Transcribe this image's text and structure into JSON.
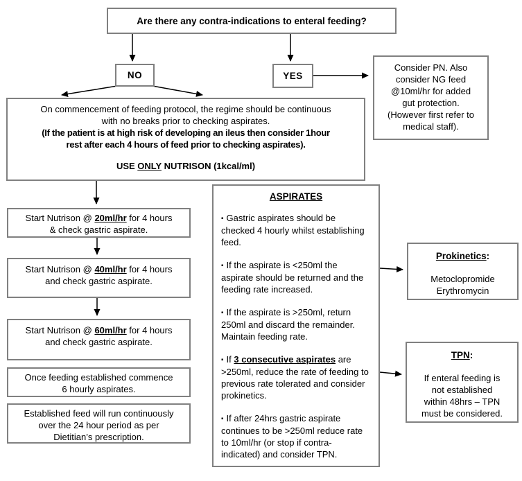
{
  "colors": {
    "background": "#ffffff",
    "border": "#808080",
    "text": "#000000",
    "arrow": "#000000"
  },
  "flowchart": {
    "question": {
      "text": "Are there any contra-indications to enteral feeding?"
    },
    "no": {
      "label": "NO"
    },
    "yes": {
      "label": "YES"
    },
    "consider_pn": {
      "lines": [
        "Consider PN.  Also",
        "consider NG feed",
        "@10ml/hr for added",
        "gut protection.",
        "(However first refer to",
        "medical staff)."
      ]
    },
    "protocol": {
      "line1a": "On commencement of feeding protocol, the regime should be continuous",
      "line1b": "with no breaks prior to checking aspirates.",
      "line2a": "(If the patient is at high risk of developing an ileus then consider 1hour",
      "line2b": "rest after each 4 hours of feed prior to checking aspirates).",
      "use_pre": "USE ",
      "use_underlined": "ONLY",
      "use_post": " NUTRISON (1kcal/ml)"
    },
    "feed_steps": [
      {
        "pre": "Start Nutrison @ ",
        "rate": "20ml/hr",
        "post": " for 4 hours",
        "line2": "& check gastric aspirate."
      },
      {
        "pre": "Start Nutrison @ ",
        "rate": "40ml/hr",
        "post": " for 4 hours",
        "line2": "and check gastric aspirate."
      },
      {
        "pre": "Start Nutrison @ ",
        "rate": "60ml/hr",
        "post": " for 4 hours",
        "line2": "and check gastric aspirate."
      }
    ],
    "once_established": {
      "lines": [
        "Once feeding established commence",
        "6 hourly aspirates."
      ]
    },
    "established_feed": {
      "lines": [
        "Established feed will run continuously",
        "over the 24 hour period as per",
        "Dietitian’s prescription."
      ]
    },
    "aspirates": {
      "title": "ASPIRATES",
      "bullet_char": "▪",
      "bullets": [
        {
          "pre": "Gastric aspirates should be checked 4 hourly whilst establishing feed."
        },
        {
          "pre": "If the aspirate is <250ml the aspirate should be returned and the feeding rate increased."
        },
        {
          "pre": "If the aspirate is >250ml, return 250ml and discard the remainder. Maintain feeding rate."
        },
        {
          "pre": "If ",
          "underlined": "3 consecutive aspirates",
          "post": " are >250ml, reduce the rate of feeding to previous rate tolerated and consider prokinetics."
        },
        {
          "pre": "If after 24hrs gastric aspirate continues to be >250ml reduce rate to 10ml/hr (or stop if contra-indicated) and consider TPN."
        }
      ]
    },
    "prokinetics": {
      "title": "Prokinetics",
      "title_suffix": ":",
      "drugs": [
        "Metoclopromide",
        "Erythromycin"
      ]
    },
    "tpn": {
      "title": "TPN",
      "title_suffix": ":",
      "lines": [
        "If enteral feeding is",
        "not established",
        "within 48hrs – TPN",
        "must be considered."
      ]
    }
  }
}
